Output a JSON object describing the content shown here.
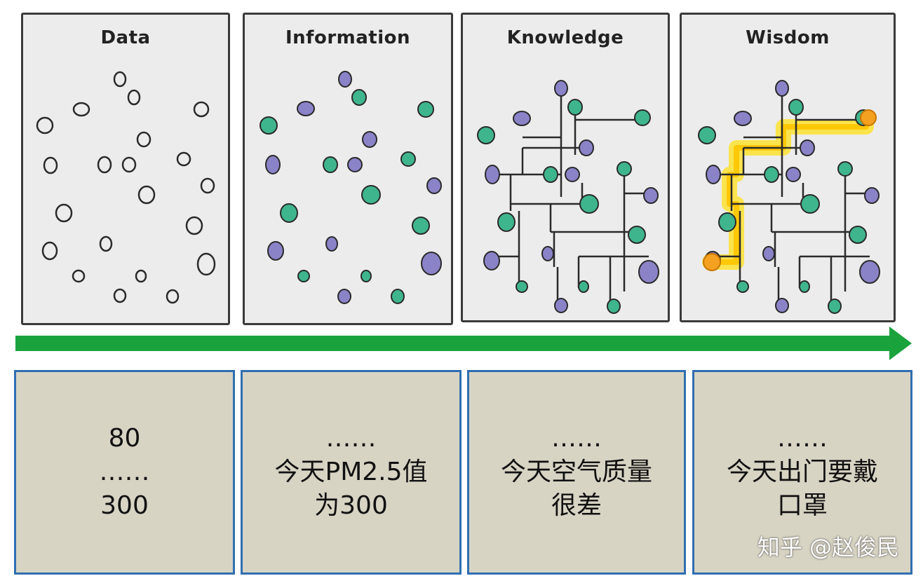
{
  "panels": [
    {
      "title": "Data"
    },
    {
      "title": "Information"
    },
    {
      "title": "Knowledge"
    },
    {
      "title": "Wisdom"
    }
  ],
  "colors": {
    "arrow": "#1aa33c",
    "node_green": "#3fb58e",
    "node_purple": "#8a83c8",
    "node_orange": "#f4a020",
    "highlight": "#ffe21a",
    "box_fill": "#d8d4c4",
    "box_border": "#2f6fb0"
  },
  "boxes": [
    {
      "lines": [
        "80",
        "……",
        "300"
      ]
    },
    {
      "lines": [
        "……",
        "今天PM2.5值",
        "为300"
      ]
    },
    {
      "lines": [
        "……",
        "今天空气质量",
        "很差"
      ]
    },
    {
      "lines": [
        "……",
        "今天出门要戴",
        "口罩"
      ]
    }
  ],
  "watermark": "知乎 @赵俊民"
}
